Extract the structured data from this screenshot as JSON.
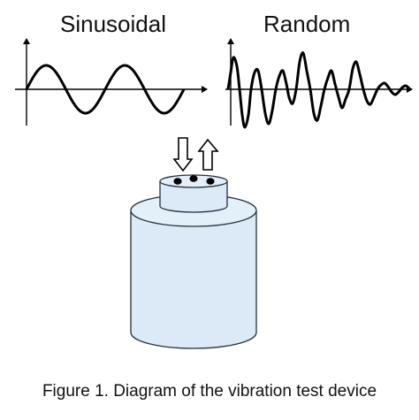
{
  "panels": {
    "sinusoidal": {
      "title": "Sinusoidal"
    },
    "random": {
      "title": "Random"
    }
  },
  "caption": "Figure 1. Diagram of the vibration test device",
  "arrows": [
    "down",
    "up"
  ],
  "colors": {
    "cylinder_fill": "#dbeaf6",
    "cylinder_top": "#e4f0f9",
    "cylinder_stroke": "#24313c",
    "waveform": "#000000",
    "sensor_dots": "#000000"
  }
}
